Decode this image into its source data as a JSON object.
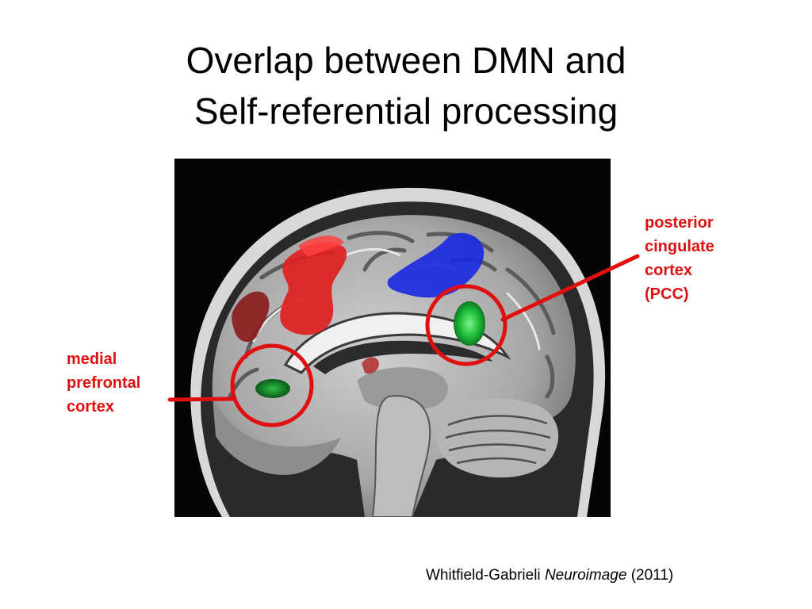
{
  "slide": {
    "title_line_1": "Overlap between DMN and",
    "title_line_2": "Self-referential processing"
  },
  "figure": {
    "kind": "sagittal brain MRI with colored activation overlays",
    "overlay_colors": {
      "red_activation": "#e02020",
      "dark_red_activation": "#8a1a1a",
      "blue_activation": "#1a2ae0",
      "green_activation": "#16b030",
      "annotation_circle": "#e01010"
    }
  },
  "labels": {
    "pcc": [
      "posterior",
      "cingulate",
      "cortex",
      "(PCC)"
    ],
    "mpfc": [
      "medial",
      "prefrontal",
      "cortex"
    ]
  },
  "citation": {
    "author": "Whitfield-Gabrieli",
    "journal": "Neuroimage",
    "year": "(2011)"
  }
}
